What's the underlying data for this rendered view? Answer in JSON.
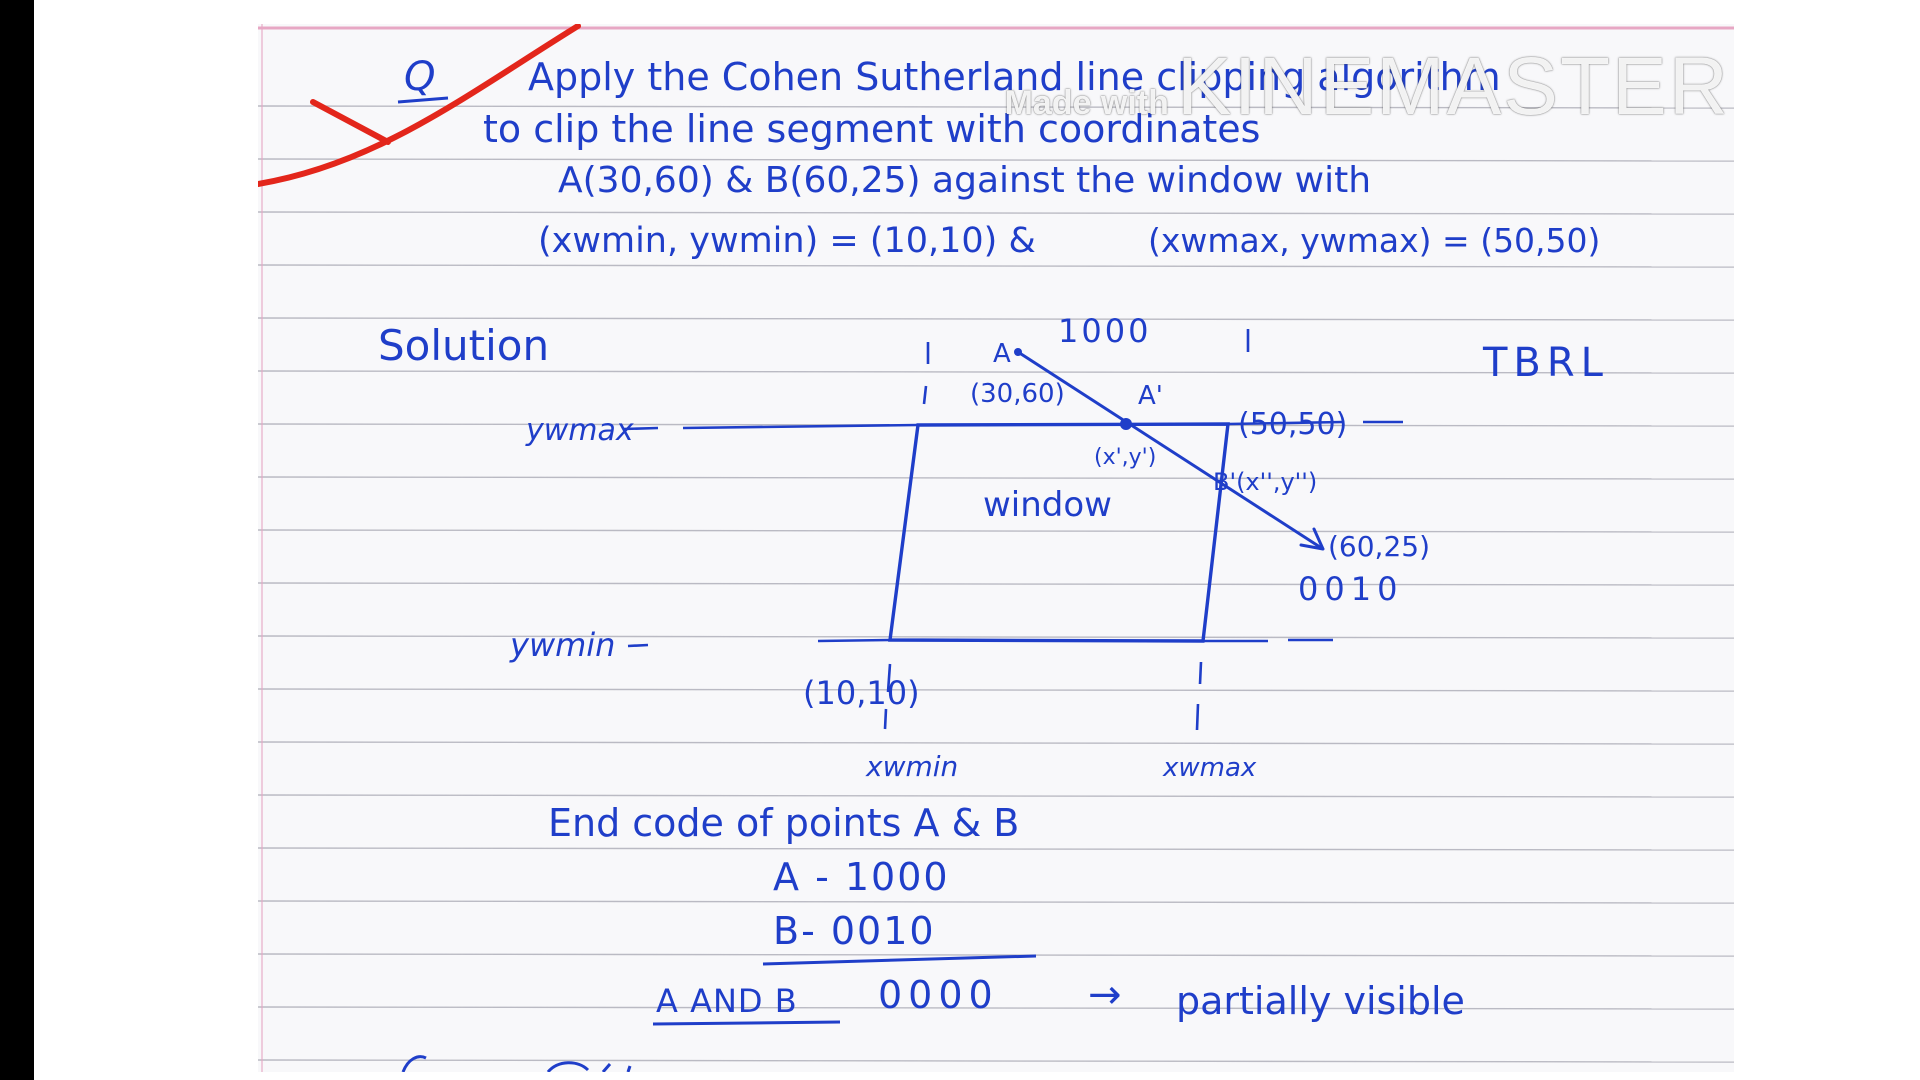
{
  "watermark": {
    "made_with": "Made with",
    "brand": "KINEMASTER"
  },
  "question": {
    "marker": "Q",
    "line1": "Apply the Cohen Sutherland line clipping algorithm",
    "line2": "to clip the line segment with coordinates",
    "line3": "A(30,60) & B(60,25) against the window with",
    "line4_left": "(xwmin, ywmin) = (10,10) &",
    "line4_right": "(xwmax, ywmax) = (50,50)"
  },
  "solution": {
    "heading": "Solution",
    "region_order": "TBRL",
    "diagram": {
      "code_A": "1000",
      "label_A": "A",
      "point_A": "(30,60)",
      "label_A_prime": "A'",
      "point_A_prime": "(x',y')",
      "top_right": "(50,50)",
      "label_B_prime": "B'(x'',y'')",
      "point_B": "(60,25)",
      "code_B": "0010",
      "window_label": "window",
      "bottom_left": "(10,10)",
      "ywmax_label": "ywmax",
      "ywmin_label": "ywmin",
      "xwmin_label": "xwmin",
      "xwmax_label": "xwmax"
    },
    "end_code_heading": "End code of points A & B",
    "code_line_A": "A - 1000",
    "code_line_B": "B- 0010",
    "and_label": "A AND B",
    "and_result": "0000",
    "arrow": "→",
    "conclusion": "partially visible"
  },
  "colors": {
    "ink": "#1f3ec9",
    "tick_red": "#e3261b",
    "paper": "#f8f8fa",
    "rule_line": "#9a9aa6",
    "margin_line": "#e7a7c4"
  }
}
